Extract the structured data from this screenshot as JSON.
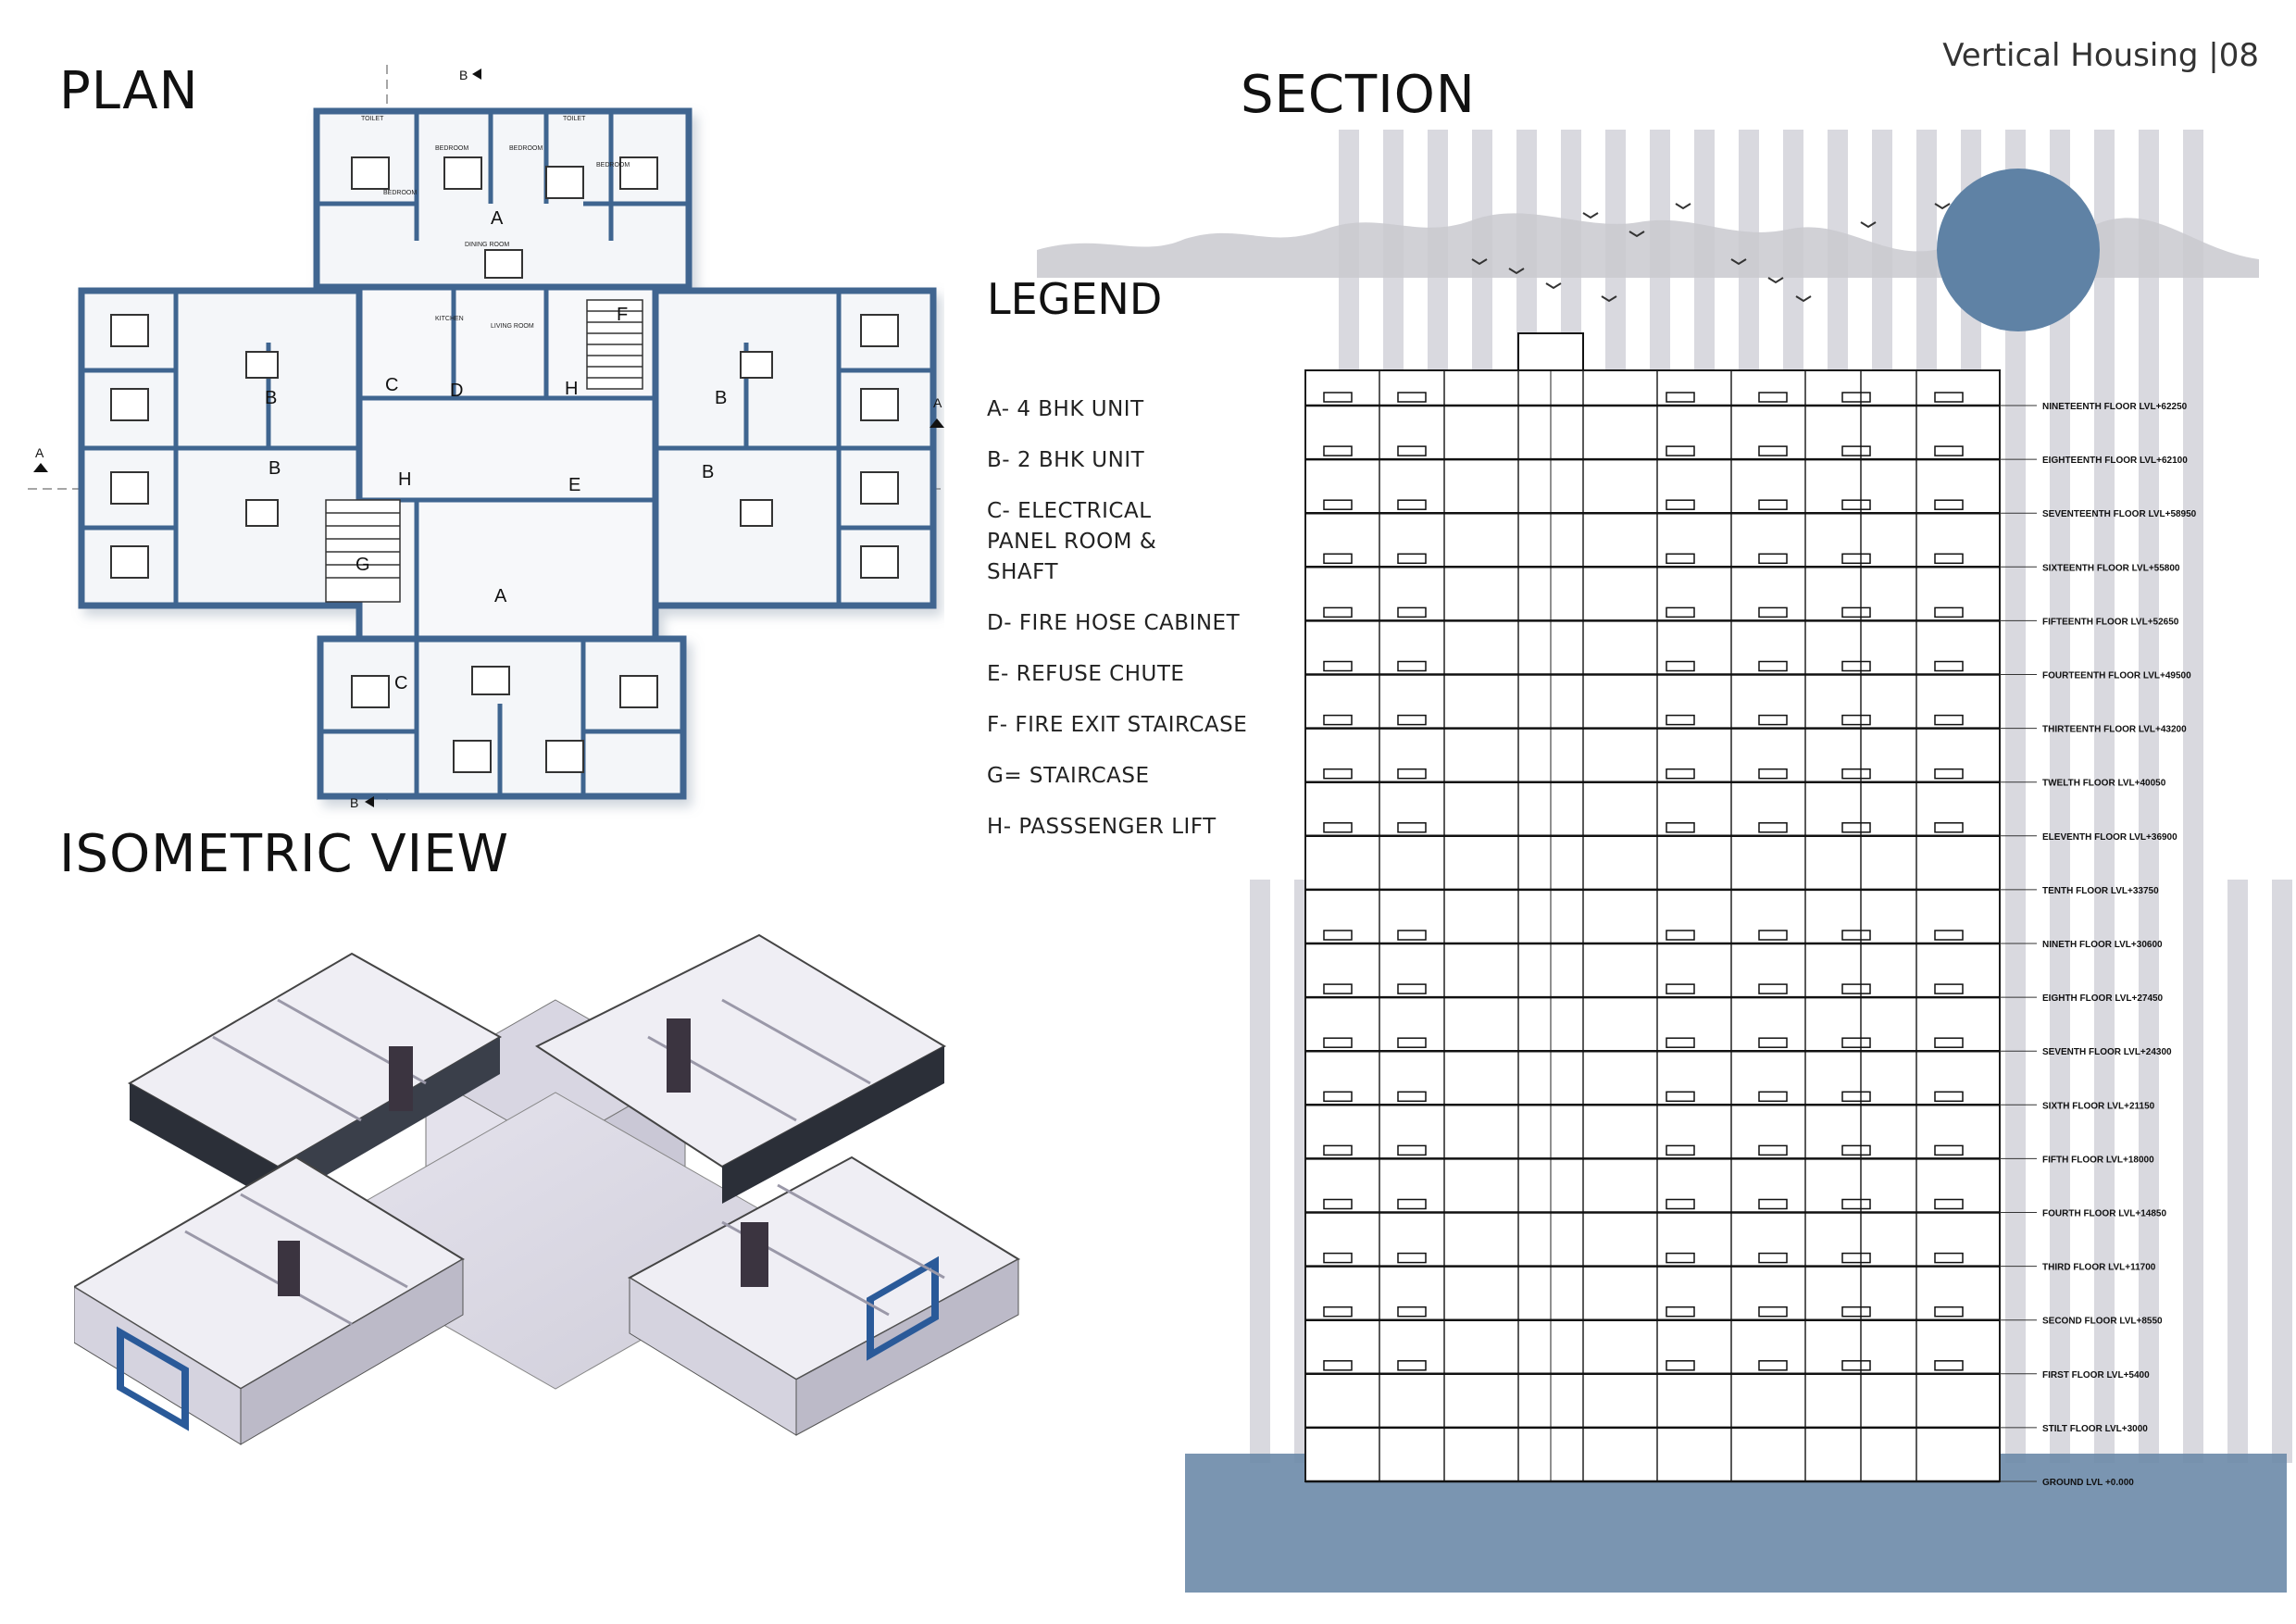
{
  "header": {
    "title": "Vertical Housing |08"
  },
  "plan": {
    "title": "PLAN",
    "unit_labels": [
      "A",
      "B",
      "C",
      "D",
      "E",
      "F",
      "G",
      "H"
    ],
    "section_markers": [
      "A",
      "B"
    ],
    "room_labels": [
      "BEDROOM",
      "TOILET",
      "DINING ROOM",
      "LIVING ROOM",
      "KITCHEN"
    ]
  },
  "iso": {
    "title": "ISOMETRIC VIEW"
  },
  "legend": {
    "title": "LEGEND",
    "items": [
      "A- 4 BHK UNIT",
      "B- 2 BHK UNIT",
      "C- ELECTRICAL PANEL ROOM & SHAFT",
      "D- FIRE HOSE CABINET",
      "E- REFUSE CHUTE",
      "F- FIRE EXIT STAIRCASE",
      "G= STAIRCASE",
      "H- PASSSENGER LIFT"
    ]
  },
  "section": {
    "title": "SECTION",
    "levels": [
      "NINETEENTH FLOOR LVL+62250",
      "EIGHTEENTH FLOOR LVL+62100",
      "SEVENTEENTH FLOOR LVL+58950",
      "SIXTEENTH FLOOR LVL+55800",
      "FIFTEENTH FLOOR LVL+52650",
      "FOURTEENTH FLOOR LVL+49500",
      "THIRTEENTH FLOOR LVL+43200",
      "TWELTH FLOOR LVL+40050",
      "ELEVENTH FLOOR LVL+36900",
      "TENTH FLOOR LVL+33750",
      "NINETH FLOOR LVL+30600",
      "EIGHTH FLOOR LVL+27450",
      "SEVENTH FLOOR LVL+24300",
      "SIXTH FLOOR LVL+21150",
      "FIFTH FLOOR LVL+18000",
      "FOURTH FLOOR LVL+14850",
      "THIRD FLOOR LVL+11700",
      "SECOND FLOOR LVL+8550",
      "FIRST FLOOR LVL+5400",
      "STILT FLOOR LVL+3000",
      "GROUND LVL +0.000"
    ]
  },
  "colors": {
    "accent": "#5f82a5",
    "wall": "#3f6590",
    "water": "#6b8aa8",
    "stripe": "#d9d9df"
  }
}
